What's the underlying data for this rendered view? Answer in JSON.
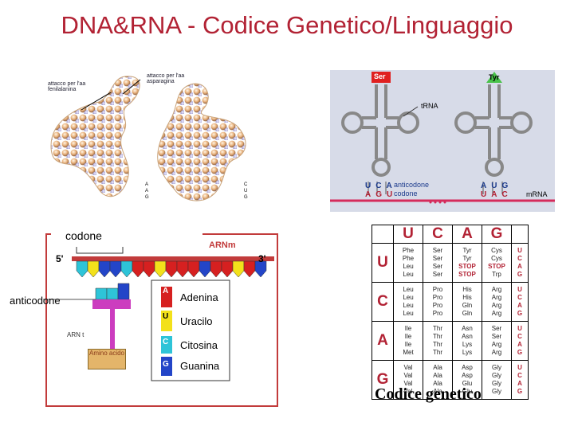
{
  "title": "DNA&RNA - Codice Genetico/Linguaggio",
  "tl": {
    "left_note": "attacco per l'aa fenilalanina",
    "right_note": "attacco per l'aa asparagina",
    "codons_left": [
      "A",
      "A",
      "G"
    ],
    "codons_right": [
      "C",
      "U",
      "G"
    ]
  },
  "tr": {
    "aa1": "Ser",
    "aa2": "Tyr",
    "trna": "tRNA",
    "anticodon1": [
      "U",
      "C",
      "A"
    ],
    "codon1": [
      "A",
      "G",
      "U"
    ],
    "anticodon2": [
      "A",
      "U",
      "G"
    ],
    "codon2": [
      "U",
      "A",
      "C"
    ],
    "anticodone": "anticodone",
    "codone": "codone",
    "mrna": "mRNA"
  },
  "bl": {
    "codone": "codone",
    "five": "5'",
    "three": "3'",
    "arnm": "ARNm",
    "anticodone": "anticodone",
    "arnt": "ARN t",
    "aminoacido": "Amino acido",
    "bases": [
      {
        "code": "A",
        "name": "Adenina",
        "color": "#d62020"
      },
      {
        "code": "U",
        "name": "Uracilo",
        "color": "#f3e11b"
      },
      {
        "code": "C",
        "name": "Citosina",
        "color": "#2ec4d8"
      },
      {
        "code": "G",
        "name": "Guanina",
        "color": "#2345c8"
      }
    ]
  },
  "gc": {
    "first": [
      "U",
      "C",
      "A",
      "G"
    ],
    "second": [
      "U",
      "C",
      "A",
      "G"
    ],
    "third": [
      "U",
      "C",
      "A",
      "G"
    ],
    "cells": [
      [
        [
          "Phe",
          "Phe",
          "Leu",
          "Leu"
        ],
        [
          "Ser",
          "Ser",
          "Ser",
          "Ser"
        ],
        [
          "Tyr",
          "Tyr",
          "STOP",
          "STOP"
        ],
        [
          "Cys",
          "Cys",
          "STOP",
          "Trp"
        ]
      ],
      [
        [
          "Leu",
          "Leu",
          "Leu",
          "Leu"
        ],
        [
          "Pro",
          "Pro",
          "Pro",
          "Pro"
        ],
        [
          "His",
          "His",
          "Gln",
          "Gln"
        ],
        [
          "Arg",
          "Arg",
          "Arg",
          "Arg"
        ]
      ],
      [
        [
          "Ile",
          "Ile",
          "Ile",
          "Met"
        ],
        [
          "Thr",
          "Thr",
          "Thr",
          "Thr"
        ],
        [
          "Asn",
          "Asn",
          "Lys",
          "Lys"
        ],
        [
          "Ser",
          "Ser",
          "Arg",
          "Arg"
        ]
      ],
      [
        [
          "Val",
          "Val",
          "Val",
          "Val"
        ],
        [
          "Ala",
          "Ala",
          "Ala",
          "Ala"
        ],
        [
          "Asp",
          "Asp",
          "Glu",
          "Glu"
        ],
        [
          "Gly",
          "Gly",
          "Gly",
          "Gly"
        ]
      ]
    ],
    "caption": "Codice genetico"
  }
}
